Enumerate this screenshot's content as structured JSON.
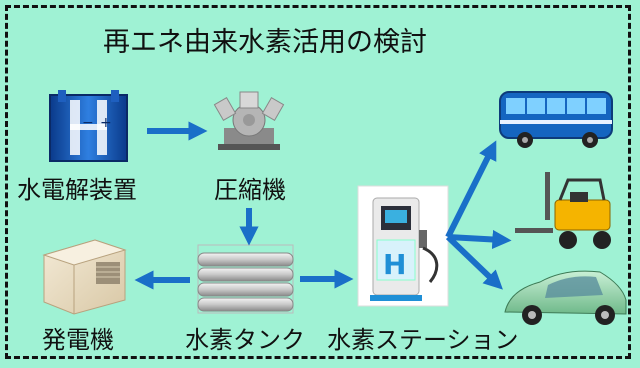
{
  "diagram": {
    "title": "再エネ由来水素活用の検討",
    "nodes": {
      "electrolyzer": "水電解装置",
      "compressor": "圧縮機",
      "generator": "発電機",
      "tank": "水素タンク",
      "station": "水素ステーション"
    },
    "station_sign": "H",
    "destinations": [
      "bus",
      "forklift",
      "car"
    ],
    "colors": {
      "background": "#9ff2d4",
      "arrow": "#1a6fc8",
      "frame": "#111111"
    }
  }
}
